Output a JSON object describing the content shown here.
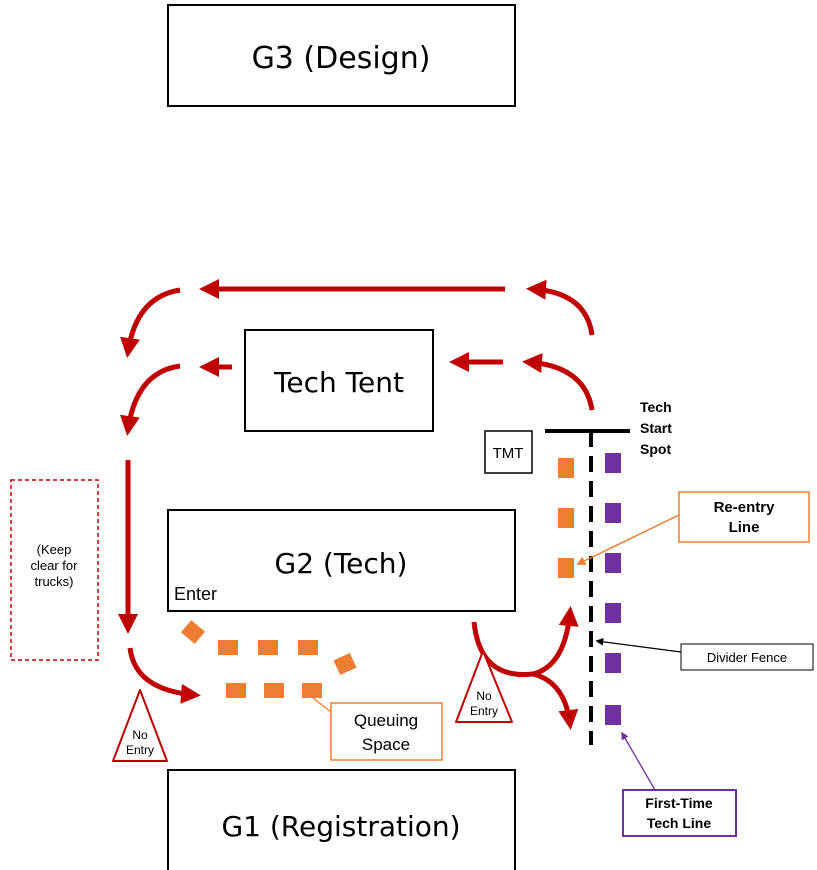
{
  "buildings": {
    "g3": "G3 (Design)",
    "tech_tent": "Tech Tent",
    "g2": "G2 (Tech)",
    "g2_enter": "Enter",
    "g1": "G1 (Registration)",
    "tmt": "TMT"
  },
  "labels": {
    "tech_start_spot": [
      "Tech",
      "Start",
      "Spot"
    ],
    "keep_clear": [
      "(Keep",
      "clear for",
      "trucks)"
    ],
    "re_entry_line": [
      "Re-entry",
      "Line"
    ],
    "divider_fence": "Divider Fence",
    "queuing_space": [
      "Queuing",
      "Space"
    ],
    "first_time_tech_line": [
      "First-Time",
      "Tech Line"
    ],
    "no_entry": [
      "No",
      "Entry"
    ]
  },
  "colors": {
    "arrow_red": "#c00000",
    "orange": "#ed7d31",
    "purple": "#7030a0",
    "dashed_red": "#c00000"
  }
}
